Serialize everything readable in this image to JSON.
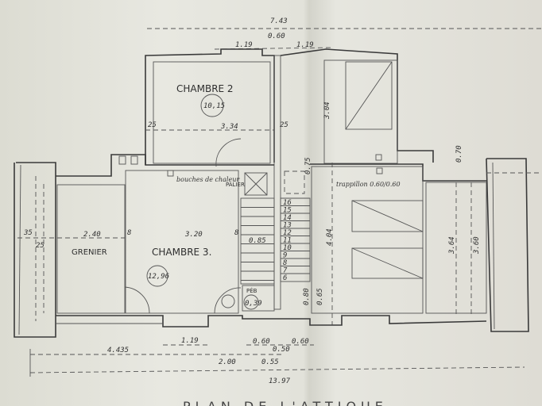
{
  "drawing": {
    "title": "PLAN DE L'ATTIQUE",
    "rooms": {
      "chambre2": {
        "label": "CHAMBRE 2",
        "area": "10,15"
      },
      "chambre3": {
        "label": "CHAMBRE 3.",
        "area": "12,96"
      },
      "grenier": {
        "label": "GRENIER"
      },
      "palier": {
        "label": "PALIER"
      },
      "peb": {
        "label": "PÉB",
        "value": "0,39"
      }
    },
    "notes": {
      "bouches": "bouches de chaleur",
      "trappillon": "trappillon 0.60/0.60"
    },
    "dimensions": {
      "top_total": "7.43",
      "top_left_window": "1.19",
      "top_mid": "0.60",
      "top_right_window": "1.19",
      "chambre2_width": "3.34",
      "right_room_height": "3.04",
      "grenier_width": "2.40",
      "chambre3_width": "3.20",
      "stair_width": "0.85",
      "right_room_depth": "4.04",
      "right_h1": "3.64",
      "right_h2": "3.60",
      "bottom_window": "1.19",
      "bottom_a": "0.60",
      "bottom_b": "0.50",
      "bottom_c": "0.60",
      "left_span": "4.435",
      "mid_span": "2.00",
      "small_span": "0.55",
      "total_width": "13.97",
      "wall_35": "35",
      "wall_25": "25",
      "wall_8": "8",
      "door_065": "0.65",
      "stair_080": "0.80",
      "stair_075": "0.75",
      "stair_070": "0.70"
    },
    "stair_steps": [
      "16",
      "15",
      "14",
      "13",
      "12",
      "11",
      "10",
      "9",
      "8",
      "7",
      "6"
    ]
  }
}
